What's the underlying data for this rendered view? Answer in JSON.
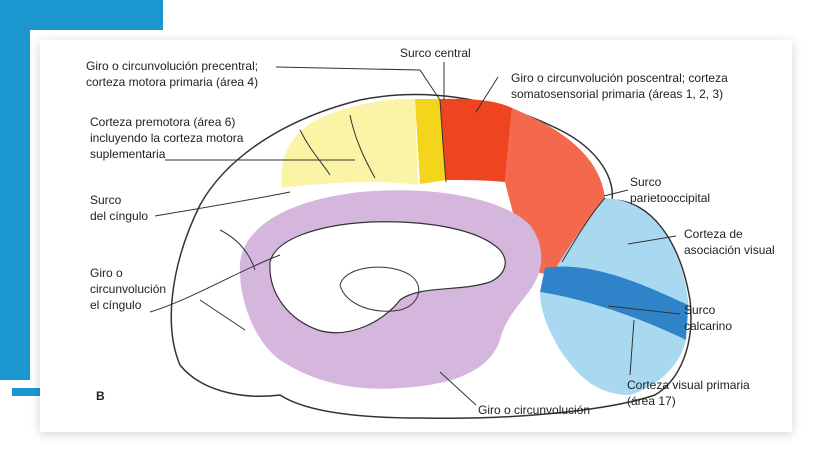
{
  "figure_letter": "B",
  "labels": {
    "surco_central": "Surco central",
    "precentral_1": "Giro o circunvolución precentral;",
    "precentral_2": "corteza motora primaria (área 4)",
    "postcentral_1": "Giro o circunvolución poscentral; corteza",
    "postcentral_2": "somatosensorial primaria (áreas 1, 2, 3)",
    "premotora_1": "Corteza premotora (área 6)",
    "premotora_2": "incluyendo la corteza motora",
    "premotora_3": "suplementaria",
    "surco_cingulo_1": "Surco",
    "surco_cingulo_2": "del cíngulo",
    "giro_cingulo_1": "Giro o",
    "giro_cingulo_2": "circunvolución",
    "giro_cingulo_3": "el cíngulo",
    "surco_po_1": "Surco",
    "surco_po_2": "parietooccipital",
    "asoc_visual_1": "Corteza de",
    "asoc_visual_2": "asociación visual",
    "calcarino_1": "Surco",
    "calcarino_2": "calcarino",
    "visual_prim_1": "Corteza visual primaria",
    "visual_prim_2": "(área 17)",
    "giro_bottom": "Giro o circunvolución"
  },
  "colors": {
    "accent": "#1b97d0",
    "premotor": "#fbf4a6",
    "motor": "#f5d51c",
    "somatosensory": "#ef4420",
    "parietal_assoc": "#f4694d",
    "limbic": "#d5b7de",
    "visual_assoc": "#a9d9f1",
    "visual_primary": "#2f84c9"
  }
}
